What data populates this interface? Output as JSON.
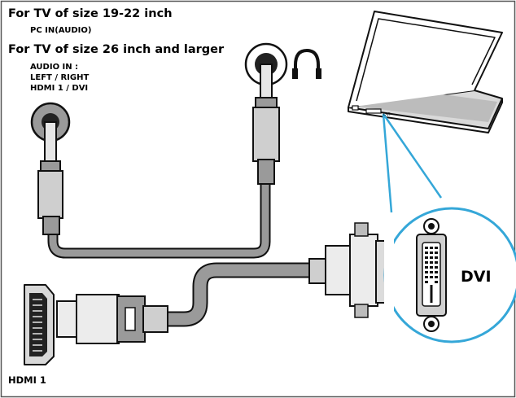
{
  "labels": {
    "tv_small_heading": "For TV of size 19-22 inch",
    "tv_small_port": "PC IN(AUDIO)",
    "tv_large_heading": "For TV of size 26 inch and larger",
    "audio_in_title": "AUDIO IN :",
    "audio_in_lr": "LEFT / RIGHT",
    "audio_in_hdmi_dvi": "HDMI 1 / DVI",
    "dvi": "DVI",
    "hdmi1": "HDMI 1",
    "laptop_port": "DVI"
  },
  "icons": [
    "headphone-icon",
    "laptop-icon",
    "audio-jack-icon",
    "dvi-connector-icon",
    "hdmi-connector-icon"
  ],
  "colors": {
    "highlight": "#35a7d8",
    "cable_fill": "#9a9a9a",
    "connector_fill": "#ececec",
    "stroke": "#111111",
    "frame": "#555555"
  }
}
